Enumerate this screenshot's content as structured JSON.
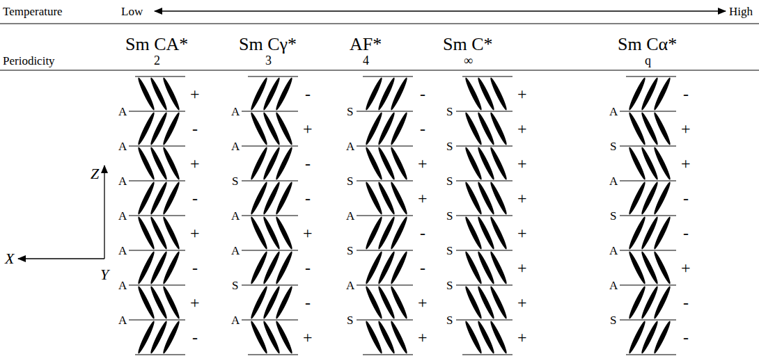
{
  "diagram": {
    "labels": [
      "Temperature",
      "Low",
      "High",
      "Sm CA*",
      "Sm Cγ*",
      "AF*",
      "Sm C*",
      "Sm Cα*",
      "Periodicity",
      "2",
      "3",
      "4",
      "∞",
      "q",
      "Z",
      "X",
      "Y",
      "A",
      "A",
      "A",
      "A",
      "A",
      "A",
      "A",
      "+",
      "-",
      "+",
      "-",
      "+",
      "-",
      "+",
      "-",
      "A",
      "A",
      "S",
      "A",
      "A",
      "S",
      "A",
      "-",
      "+",
      "-",
      "-",
      "+",
      "-",
      "-",
      "+",
      "S",
      "A",
      "S",
      "A",
      "S",
      "A",
      "S",
      "-",
      "-",
      "+",
      "+",
      "-",
      "-",
      "+",
      "+",
      "S",
      "S",
      "S",
      "S",
      "S",
      "S",
      "S",
      "+",
      "+",
      "+",
      "+",
      "+",
      "+",
      "+",
      "+",
      "A",
      "S",
      "A",
      "S",
      "A",
      "A",
      "S",
      "-",
      "+",
      "+",
      "-",
      "-",
      "+",
      "-",
      "-"
    ]
  }
}
